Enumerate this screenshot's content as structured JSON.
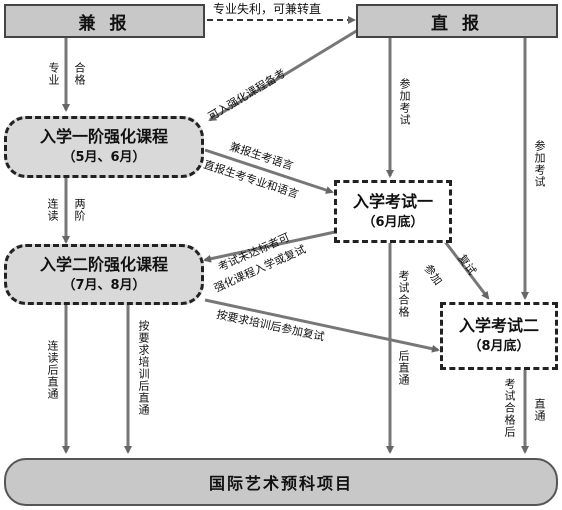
{
  "nodes": {
    "jianbao": "兼 报",
    "zhibao": "直 报",
    "course1_title": "入学一阶强化课程",
    "course1_date": "（5月、6月）",
    "exam1_title": "入学考试一",
    "exam1_date": "（6月底）",
    "course2_title": "入学二阶强化课程",
    "course2_date": "（7月、8月）",
    "exam2_title": "入学考试二",
    "exam2_date": "（8月底）",
    "project": "国际艺术预科项目"
  },
  "labels": {
    "top_dashed": "专业失利，可兼转直",
    "major": "专业",
    "qualified": "合格",
    "can_enter": "可入强化课程备考",
    "join_exam_1": "参加考试",
    "join_exam_2": "参加考试",
    "jianbao_lang": "兼报生考语言",
    "zhibao_major_lang": "直报生考专业和语言",
    "continue": "连读",
    "two_stage": "两阶",
    "not_passed": "考试未达标者可",
    "strengthen": "强化课程入学或复试",
    "pass_direct_1": "考试合格",
    "pass_direct_2": "后直通",
    "join_retest_1": "参加",
    "join_retest_2": "复试",
    "train_then_retest": "按要求培训后参加复试",
    "continue_direct": "连读后直通",
    "train_direct": "按要求培训后直通",
    "pass_after": "考试合格后",
    "direct": "直通"
  }
}
